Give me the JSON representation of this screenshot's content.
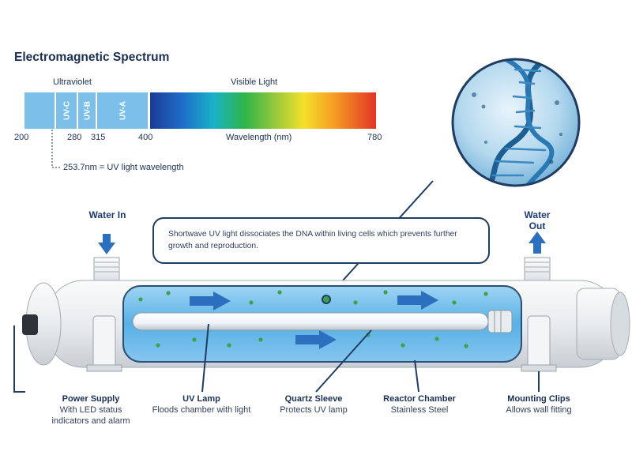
{
  "spectrum": {
    "title": "Electromagnetic Spectrum",
    "ultraviolet_label": "Ultraviolet",
    "visible_label": "Visible Light",
    "bands": [
      "UV-C",
      "UV-B",
      "UV-A"
    ],
    "ticks": [
      "200",
      "280",
      "315",
      "400",
      "780"
    ],
    "axis_label": "Wavelength (nm)",
    "note": "253.7nm = UV light wavelength"
  },
  "callout": {
    "text": "Shortwave UV light dissociates the DNA within living cells which prevents further growth and reproduction."
  },
  "flow": {
    "inlet": "Water In",
    "outlet": "Water Out"
  },
  "labels": {
    "power_title": "Power Supply",
    "power_desc1": "With LED status",
    "power_desc2": "indicators and alarm",
    "lamp_title": "UV Lamp",
    "lamp_desc": "Floods chamber with light",
    "sleeve_title": "Quartz Sleeve",
    "sleeve_desc": "Protects UV lamp",
    "reactor_title": "Reactor Chamber",
    "reactor_desc": "Stainless Steel",
    "clips_title": "Mounting Clips",
    "clips_desc": "Allows wall fitting"
  },
  "colors": {
    "navy": "#1f3c63",
    "uv_band": "#7cc0ea",
    "water": "#5ab2e8",
    "flow_arrow": "#2c6fbf",
    "particle": "#3ea24a"
  }
}
